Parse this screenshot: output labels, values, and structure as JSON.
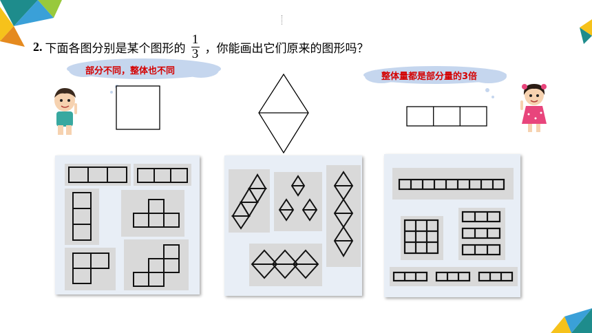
{
  "question": {
    "number": "2.",
    "text_before": "下面各图分别是某个图形的",
    "fraction_numerator": "1",
    "fraction_denominator": "3",
    "text_after": "，你能画出它们原来的图形吗？"
  },
  "hints": {
    "left": "部分不同，整体也不同",
    "right": "整体量都是部分量的3倍"
  },
  "colors": {
    "hint_text": "#d40000",
    "cloud_fill": "#c5d6ee",
    "accent_teal": "#1e8c8c",
    "accent_yellow": "#f6c21b",
    "accent_blue": "#3aa0d8",
    "panel_bg": "#e8eef6"
  }
}
